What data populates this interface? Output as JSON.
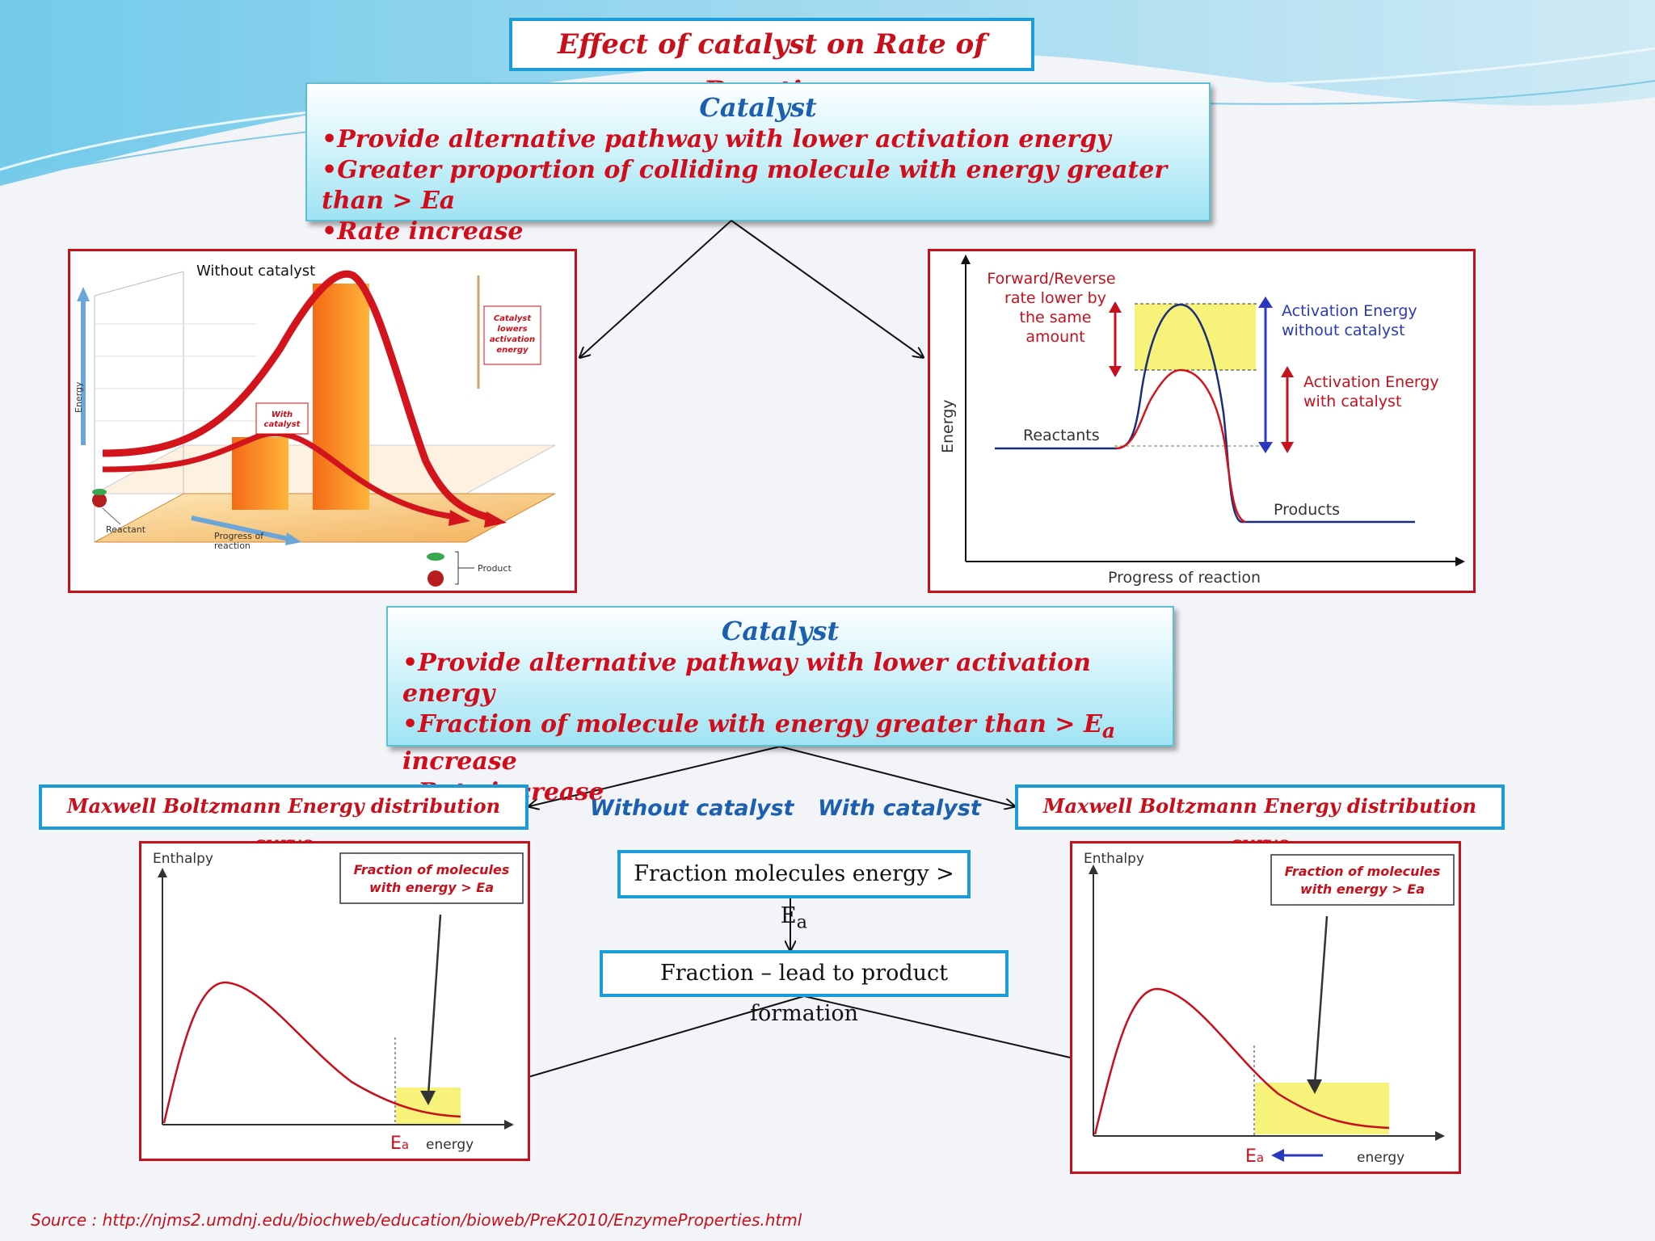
{
  "title": "Effect of catalyst on Rate of Reaction",
  "top_box": {
    "heading": "Catalyst",
    "bullets": [
      "Provide alternative pathway with lower activation energy",
      "Greater proportion of colliding molecule with energy greater than  > Ea",
      "Rate increase"
    ]
  },
  "left_diagram": {
    "label_without": "Without catalyst",
    "label_with": "With catalyst",
    "label_catalyst_lowers": "Catalyst lowers activation energy",
    "axis_energy": "Energy",
    "label_reactant": "Reactant",
    "label_progress": "Progress of reaction",
    "label_product": "Product"
  },
  "right_diagram": {
    "label_forward_reverse": "Forward/Reverse rate lower by the same amount",
    "label_ea_without": "Activation Energy without catalyst",
    "label_ea_with": "Activation Energy with catalyst",
    "label_reactants": "Reactants",
    "label_products": "Products",
    "axis_y": "Energy",
    "axis_x": "Progress of reaction"
  },
  "mid_box": {
    "heading": "Catalyst",
    "bullet1": "Provide alternative pathway with lower activation energy",
    "bullet2_pre": "Fraction of molecule with energy greater than  > E",
    "bullet2_sub": "a",
    "bullet2_post": " increase",
    "bullet3": "Rate increase"
  },
  "mb_left_label": "Maxwell Boltzmann Energy distribution curve",
  "mb_right_label": "Maxwell Boltzmann Energy distribution curve",
  "without_catalyst": "Without catalyst",
  "with_catalyst": "With catalyst",
  "flow1_pre": "Fraction molecules energy > E",
  "flow1_sub": "a",
  "flow2": "Fraction – lead to product formation",
  "mb_chart": {
    "y_label": "Enthalpy",
    "x_label": "energy",
    "ea_label": "E",
    "ea_sub": "a",
    "fraction_note": "Fraction of molecules with energy > Ea"
  },
  "source": "Source : http://njms2.umdnj.edu/biochweb/education/bioweb/PreK2010/EnzymeProperties.html",
  "colors": {
    "accent_blue": "#1a9cd8",
    "accent_red": "#c8101c",
    "heading_blue": "#1b5fb0",
    "highlight_yellow": "#f7f27a"
  }
}
